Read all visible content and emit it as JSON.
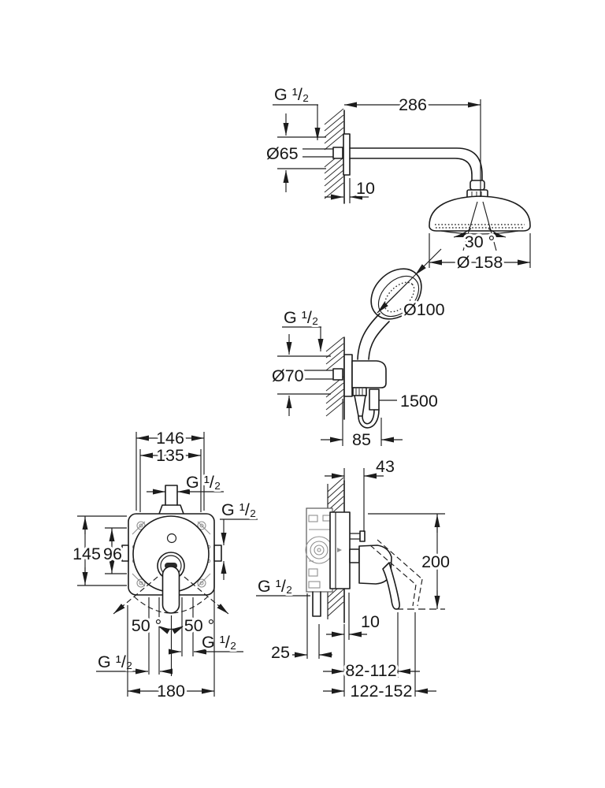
{
  "document": {
    "type": "technical installation drawing",
    "subject": "concealed shower system with head shower, hand shower and single-lever mixer",
    "line_color": "#1c1c1c",
    "background_color": "#ffffff"
  },
  "views": {
    "head_shower": {
      "thread": "G ¹/₂",
      "arm_length": "286",
      "rosette_diameter": "Ø65",
      "rosette_thickness": "10",
      "spray_angle": "30 °",
      "head_diameter": "Ø 158"
    },
    "hand_shower": {
      "head_diameter": "Ø100",
      "thread": "G ¹/₂",
      "holder_diameter": "Ø70",
      "hose_length": "1500",
      "holder_offset": "85"
    },
    "mixer_front": {
      "plate_width": "146",
      "box_width": "135",
      "thread_top": "G ¹/₂",
      "thread_side": "G ¹/₂",
      "plate_height": "145",
      "box_height": "96",
      "swing_left": "50 °",
      "swing_right": "50 °",
      "thread_bottom_left": "G ¹/₂",
      "thread_bottom_right": "G ¹/₂",
      "connection_width": "180"
    },
    "mixer_side": {
      "screw_offset": "43",
      "handle_height": "200",
      "thread_bottom": "G ¹/₂",
      "wall_gap": "10",
      "min_plaster_depth": "25",
      "install_depth_flush": "82-112",
      "install_depth_max": "122-152"
    }
  }
}
